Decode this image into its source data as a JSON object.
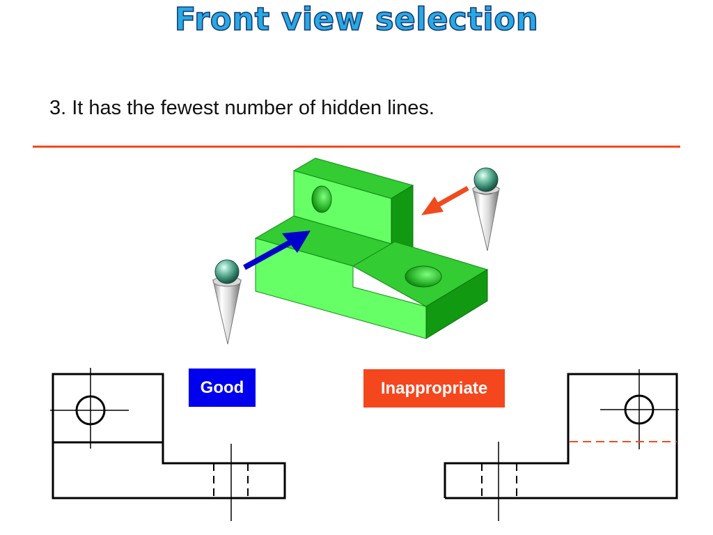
{
  "slide": {
    "title": "Front view selection",
    "point": "3. It has the fewest number of hidden lines."
  },
  "labels": {
    "good": "Good",
    "inappropriate": "Inappropriate"
  },
  "colors": {
    "title_fill": "#29a9e1",
    "title_outline": "#163a7a",
    "rule": "#f04b1e",
    "good_box": "#0000ee",
    "inappropriate_box": "#f4471e",
    "block_light": "#66ff66",
    "block_mid": "#33cc33",
    "block_dark": "#119911",
    "arrow_good": "#0000cc",
    "arrow_bad": "#f04b1e",
    "hidden_line_bad": "#f04b1e"
  },
  "illustration": {
    "object": "stepped-block-with-two-holes",
    "viewers": [
      "viewer-icon-left",
      "viewer-icon-right"
    ]
  }
}
